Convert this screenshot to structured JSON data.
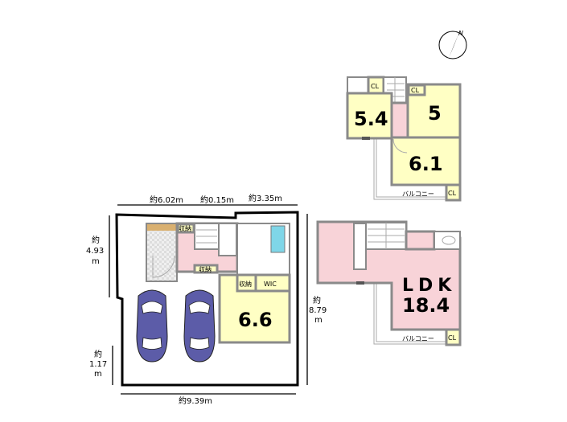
{
  "compass": {
    "label": "N"
  },
  "floor3": {
    "rooms": [
      {
        "label": "5.4"
      },
      {
        "label": "5"
      },
      {
        "label": "6.1"
      }
    ],
    "closet": "CL",
    "balcony": "バルコニー"
  },
  "floor2": {
    "room_label": "LDK",
    "room_size": "18.4",
    "closet": "CL",
    "balcony": "バルコニー"
  },
  "floor1": {
    "room_size": "6.6",
    "wic": "WIC",
    "storage": "収納"
  },
  "dimensions": {
    "top_left": "約6.02m",
    "top_mid": "約0.15m",
    "top_right": "約3.35m",
    "left_upper_prefix": "約",
    "left_upper_value": "4.93",
    "left_lower_prefix": "約",
    "left_lower_value": "1.17",
    "right_prefix": "約",
    "right_value": "8.79",
    "unit": "m",
    "bottom": "約9.39m"
  }
}
